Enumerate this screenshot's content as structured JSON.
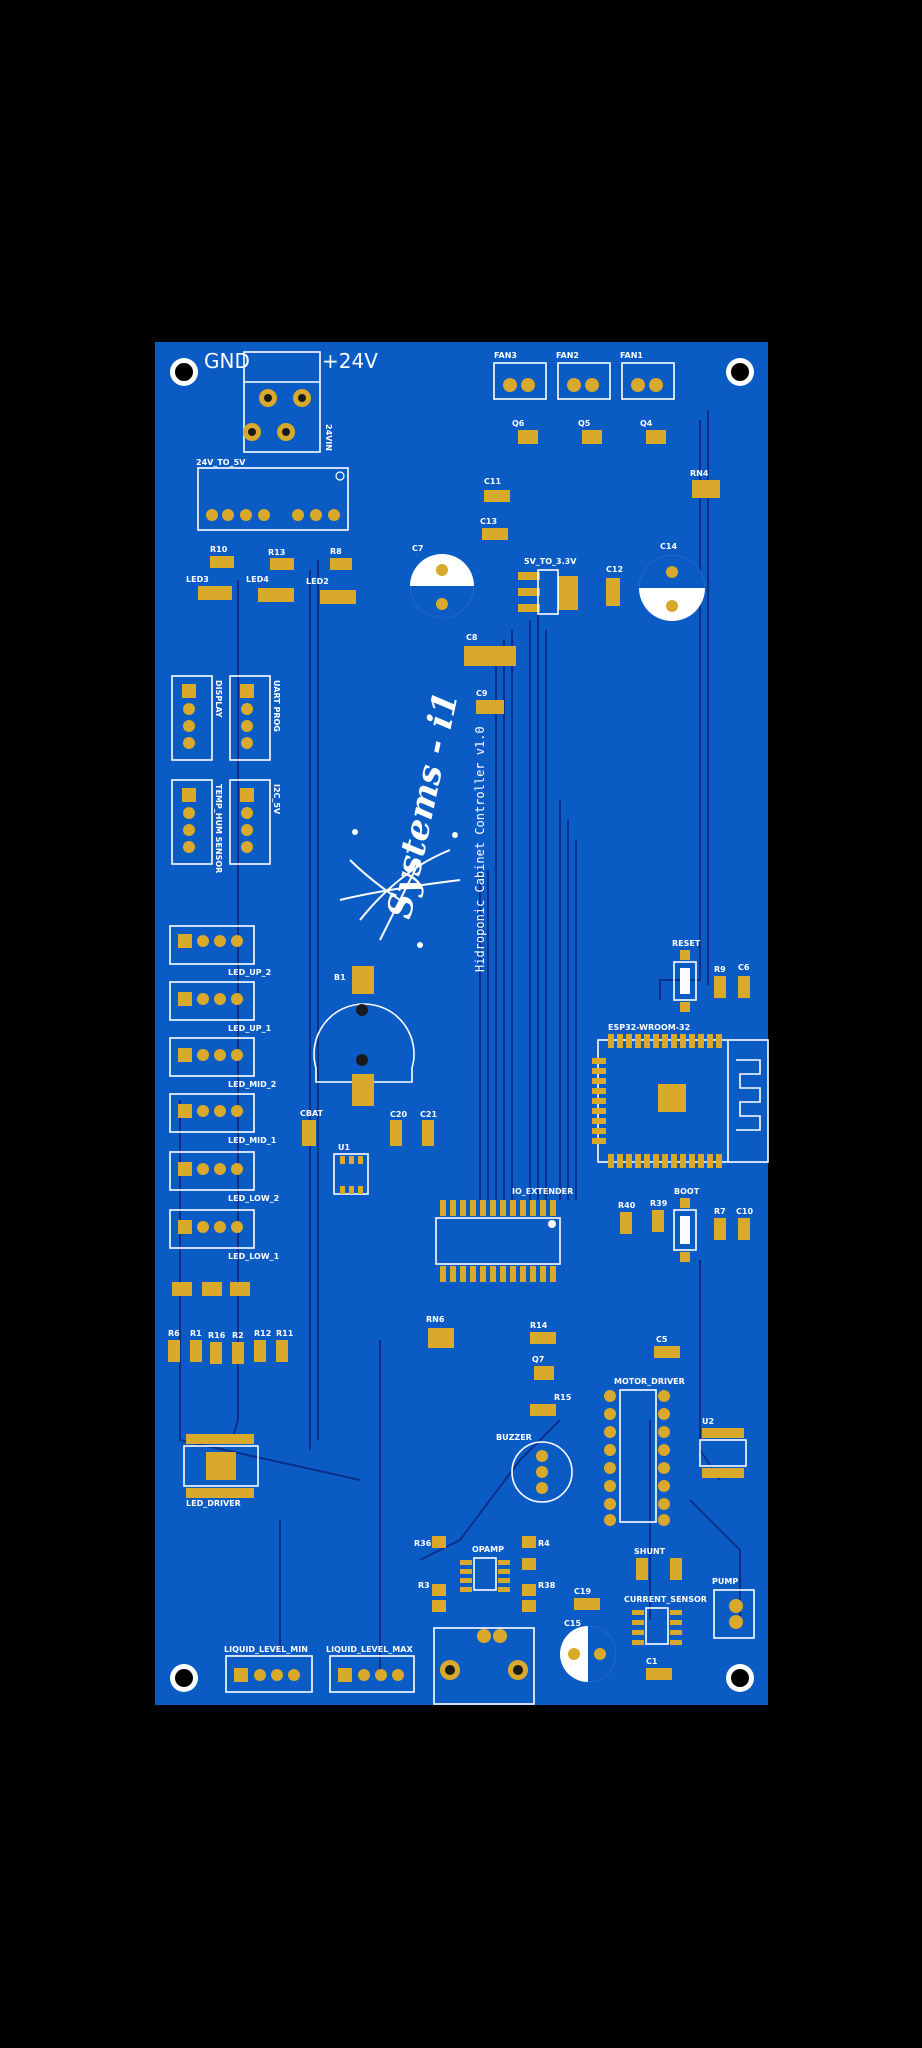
{
  "board": {
    "power_labels": {
      "gnd": "GND",
      "v24": "+24V"
    },
    "connector_24vin": "24VIN",
    "module_24v_to_5v": "24V_TO_5V",
    "regulator": "5V_TO_3.3V",
    "logo_brand": "Systems - i1",
    "logo_subtitle": "Hidroponic Cabinet Controller v1.0",
    "fans": [
      "FAN3",
      "FAN2",
      "FAN1"
    ],
    "transistors_top": [
      "Q6",
      "Q5",
      "Q4"
    ],
    "resistor_network_top": "RN4",
    "caps_top": [
      "C11",
      "C13",
      "C7",
      "C12",
      "C14",
      "C8",
      "C9"
    ],
    "leds": [
      {
        "res": "R10",
        "led": "LED3"
      },
      {
        "res": "R13",
        "led": "LED4"
      },
      {
        "res": "R8",
        "led": "LED2"
      }
    ],
    "headers": {
      "display": "DISPLAY",
      "uart_prog": "UART PROG",
      "temp_hum": "TEMP_HUM SENSOR",
      "i2c_5v": "I2C_5V"
    },
    "led_connectors": [
      "LED_UP_2",
      "LED_UP_1",
      "LED_MID_2",
      "LED_MID_1",
      "LED_LOW_2",
      "LED_LOW_1"
    ],
    "battery": "B1",
    "cbat": "CBAT",
    "u1": "U1",
    "c20": "C20",
    "c21": "C21",
    "io_extender": "IO_EXTENDER",
    "esp32": "ESP32-WROOM-32",
    "reset": "RESET",
    "boot": "BOOT",
    "esp_passives": {
      "r9": "R9",
      "c6": "C6",
      "r40": "R40",
      "r39": "R39",
      "r7": "R7",
      "c10": "C10",
      "c5": "C5"
    },
    "led_drive_resistors": [
      "R6",
      "R1",
      "R16",
      "R2",
      "R12",
      "R11"
    ],
    "led_driver": "LED_DRIVER",
    "rn6": "RN6",
    "r14": "R14",
    "q7": "Q7",
    "r15": "R15",
    "buzzer": "BUZZER",
    "motor_driver": "MOTOR_DRIVER",
    "u2": "U2",
    "opamp": "OPAMP",
    "opamp_passives": {
      "r36": "R36",
      "r3": "R3",
      "r4": "R4",
      "r38": "R38"
    },
    "c19": "C19",
    "c15": "C15",
    "shunt": "SHUNT",
    "current_sensor": "CURRENT_SENSOR",
    "c1": "C1",
    "pump": "PUMP",
    "liquid_min": "LIQUID_LEVEL_MIN",
    "liquid_max": "LIQUID_LEVEL_MAX"
  },
  "colors": {
    "background": "#000000",
    "board": "#0a5bc4",
    "copper": "#d9a92b",
    "silkscreen": "#ffffff",
    "trace": "#0a2f8a"
  }
}
